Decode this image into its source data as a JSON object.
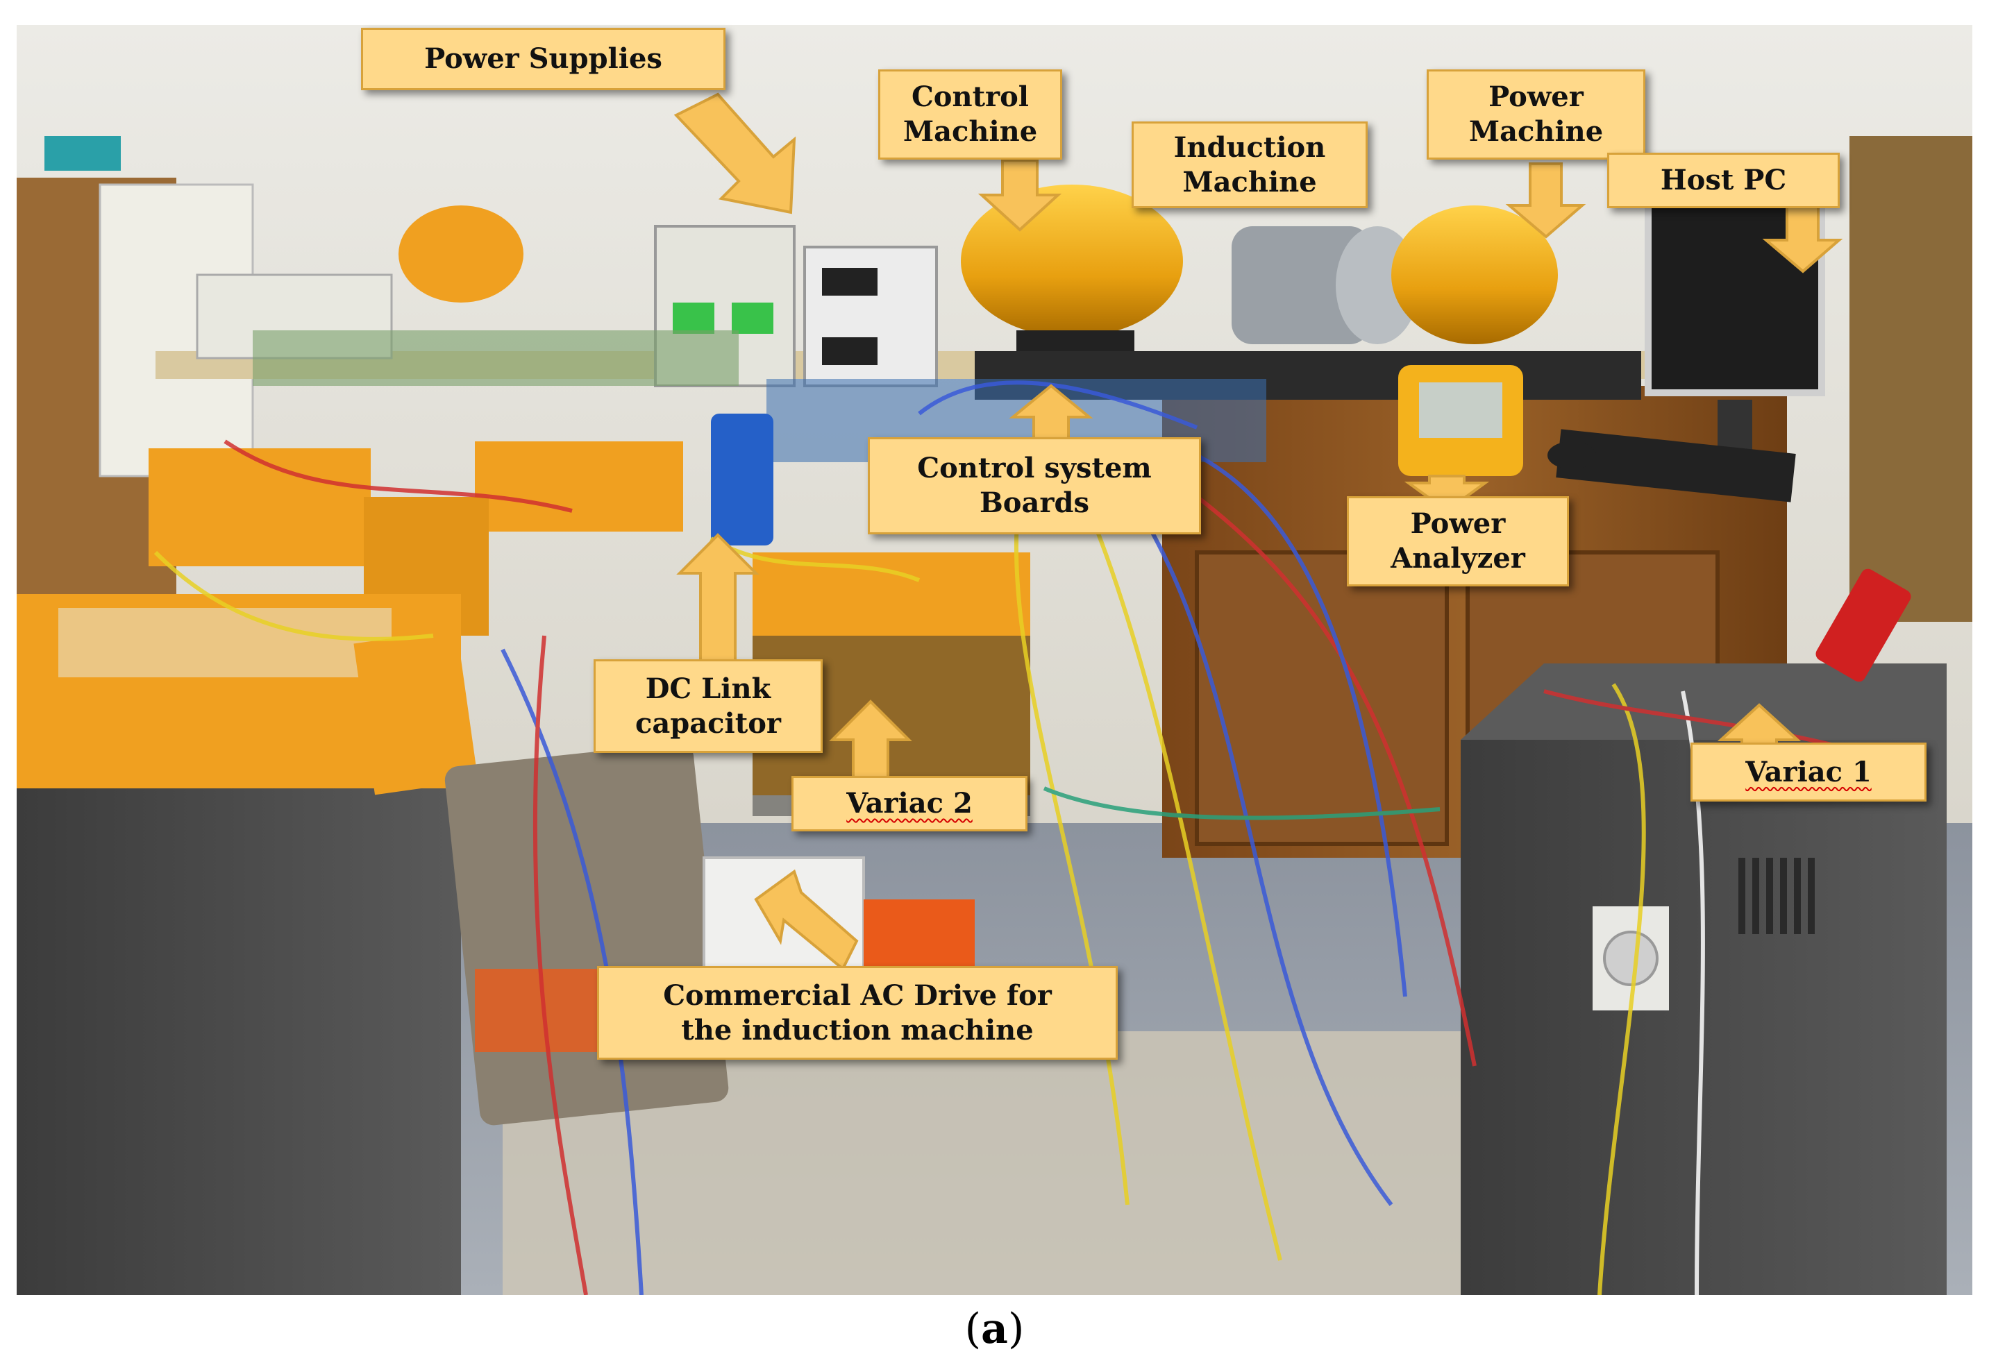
{
  "labels": {
    "power_supplies": "Power Supplies",
    "control_machine": "Control\nMachine",
    "induction_machine": "Induction\nMachine",
    "power_machine": "Power\nMachine",
    "host_pc": "Host PC",
    "control_system_boards": "Control system\nBoards",
    "power_analyzer": "Power\nAnalyzer",
    "dc_link_capacitor": "DC Link\ncapacitor",
    "variac_2": "Variac 2",
    "variac_1": "Variac 1",
    "commercial_ac_drive": "Commercial AC Drive for\nthe induction machine"
  },
  "caption": {
    "open": "(",
    "letter": "a",
    "close": ")"
  },
  "colors": {
    "label_fill": "#ffd98a",
    "label_border": "#d8a23a",
    "arrow_fill": "#f8c25a",
    "equipment_orange": "#f0a020",
    "motor_yellow": "#f2b21c",
    "cabinet_gray": "#4a4a4a",
    "wood": "#8a5526"
  }
}
